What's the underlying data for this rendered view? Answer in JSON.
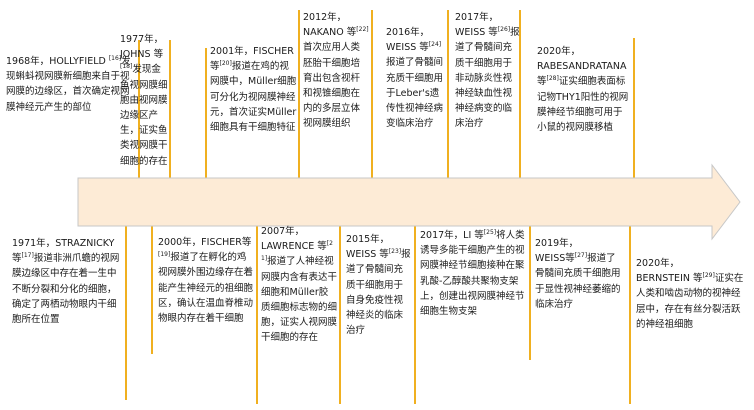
{
  "colors": {
    "arrow_fill": "#fdebd6",
    "arrow_stroke": "#c7c7c7",
    "line": "#f0b020",
    "text": "#1a1a1a"
  },
  "events": [
    {
      "id": "e1968",
      "year": "1968年，",
      "text_pre": "HOLLYFIELD ",
      "ref": "[16]",
      "text": "发现蝌蚪视网膜新细胞来自于视网膜的边缘区，首次确定视网膜神经元产生的部位"
    },
    {
      "id": "e1971",
      "year": "1971年，",
      "text_pre": "STRAZNICKY 等",
      "ref": "[17]",
      "text": "报道非洲爪蟾的视网膜边缘区中存在着一生中不断分裂和分化的细胞，确定了两栖动物眼内干细胞所在位置"
    },
    {
      "id": "e1977",
      "year": "1977年，",
      "text_pre": "JOHNS 等",
      "ref": "[18]",
      "text": "发现金鱼视网膜细胞由视网膜边缘区产生，证实鱼类视网膜干细胞的存在"
    },
    {
      "id": "e2000",
      "year": "",
      "text_pre": "2000年，FISCHER等",
      "ref": "[19]",
      "text": "报道了在孵化的鸡视网膜外围边缘存在着能产生神经元的祖细胞区，确认在温血脊椎动物眼内存在着干细胞"
    },
    {
      "id": "e2001",
      "year": "",
      "text_pre": "2001年，FISCHER 等",
      "ref": "[20]",
      "text": "报道在鸡的视网膜中，Müller细胞可分化为视网膜神经元，首次证实Müller细胞具有干细胞特征"
    },
    {
      "id": "e2007",
      "year": "2007年，",
      "text_pre": "LAWRENCE 等",
      "ref": "[21]",
      "text": "报道了人神经视网膜内含有表达干细胞和Müller胶质细胞标志物的细胞，证实人视网膜干细胞的存在"
    },
    {
      "id": "e2012",
      "year": "2012年，",
      "text_pre": "NAKANO 等",
      "ref": "[22]",
      "text": "首次应用人类胚胎干细胞培育出包含视杆和视锥细胞在内的多层立体视网膜组织"
    },
    {
      "id": "e2015",
      "year": "2015年，",
      "text_pre": "WEISS 等",
      "ref": "[23]",
      "text": "报道了骨髓间充质干细胞用于自身免疫性视神经炎的临床治疗"
    },
    {
      "id": "e2016",
      "year": "2016年，",
      "text_pre": "WEISS 等",
      "ref": "[24]",
      "text": "报道了骨髓间充质干细胞用于Leber's遗传性视神经病变临床治疗"
    },
    {
      "id": "e2017a",
      "year": "",
      "text_pre": "2017年，LI 等",
      "ref": "[25]",
      "text": "将人类诱导多能干细胞产生的视网膜神经节细胞接种在聚乳酸-乙醇酸共聚物支架上，创建出视网膜神经节细胞生物支架"
    },
    {
      "id": "e2017b",
      "year": "2017年，",
      "text_pre": "WEISS 等",
      "ref": "[26]",
      "text": "报道了骨髓间充质干细胞用于非动脉炎性视神经缺血性视神经病变的临床治疗"
    },
    {
      "id": "e2019",
      "year": "2019年，",
      "text_pre": "WEISS等",
      "ref": "[27]",
      "text": "报道了骨髓间充质干细胞用于显性视神经萎缩的临床治疗"
    },
    {
      "id": "e2020a",
      "year": "2020年，",
      "text_pre": "RABESANDRATANA 等",
      "ref": "[28]",
      "text": "证实细胞表面标记物THY1阳性的视网膜神经节细胞可用于小鼠的视网膜移植"
    },
    {
      "id": "e2020b",
      "year": "2020年，",
      "text_pre": "BERNSTEIN 等",
      "ref": "[29]",
      "text": "证实在人类和啮齿动物的视神经层中，存在有丝分裂活跃的神经祖细胞"
    }
  ]
}
